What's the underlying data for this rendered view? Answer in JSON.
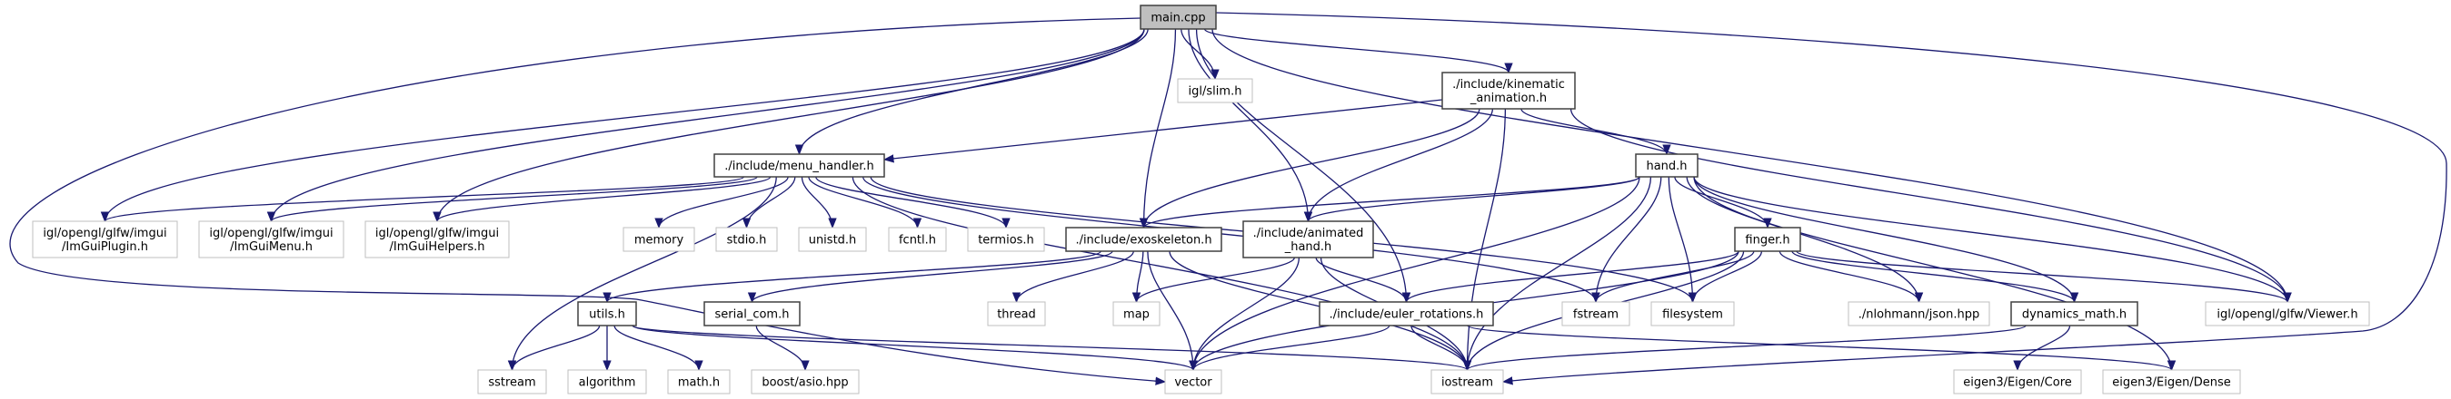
{
  "graph": {
    "edge_color": "#191970",
    "colors": {
      "main_fill": "#bfbfbf",
      "main_border": "#404040",
      "local_border": "#404040",
      "system_border": "#bfbfbf"
    },
    "nodes": [
      {
        "id": "main",
        "lines": [
          "main.cpp"
        ],
        "kind": "main"
      },
      {
        "id": "slim",
        "lines": [
          "igl/slim.h"
        ],
        "kind": "system"
      },
      {
        "id": "kinematic",
        "lines": [
          "./include/kinematic",
          "_animation.h"
        ],
        "kind": "local"
      },
      {
        "id": "menu",
        "lines": [
          "./include/menu_handler.h"
        ],
        "kind": "local"
      },
      {
        "id": "hand",
        "lines": [
          "hand.h"
        ],
        "kind": "local"
      },
      {
        "id": "plugin",
        "lines": [
          "igl/opengl/glfw/imgui",
          "/ImGuiPlugin.h"
        ],
        "kind": "system"
      },
      {
        "id": "imenu",
        "lines": [
          "igl/opengl/glfw/imgui",
          "/ImGuiMenu.h"
        ],
        "kind": "system"
      },
      {
        "id": "helpers",
        "lines": [
          "igl/opengl/glfw/imgui",
          "/ImGuiHelpers.h"
        ],
        "kind": "system"
      },
      {
        "id": "memory",
        "lines": [
          "memory"
        ],
        "kind": "system"
      },
      {
        "id": "stdio",
        "lines": [
          "stdio.h"
        ],
        "kind": "system"
      },
      {
        "id": "unistd",
        "lines": [
          "unistd.h"
        ],
        "kind": "system"
      },
      {
        "id": "fcntl",
        "lines": [
          "fcntl.h"
        ],
        "kind": "system"
      },
      {
        "id": "termios",
        "lines": [
          "termios.h"
        ],
        "kind": "system"
      },
      {
        "id": "exo",
        "lines": [
          "./include/exoskeleton.h"
        ],
        "kind": "local"
      },
      {
        "id": "animated",
        "lines": [
          "./include/animated",
          "_hand.h"
        ],
        "kind": "local"
      },
      {
        "id": "finger",
        "lines": [
          "finger.h"
        ],
        "kind": "local"
      },
      {
        "id": "utils",
        "lines": [
          "utils.h"
        ],
        "kind": "local"
      },
      {
        "id": "serial",
        "lines": [
          "serial_com.h"
        ],
        "kind": "local"
      },
      {
        "id": "thread",
        "lines": [
          "thread"
        ],
        "kind": "system"
      },
      {
        "id": "map",
        "lines": [
          "map"
        ],
        "kind": "system"
      },
      {
        "id": "euler",
        "lines": [
          "./include/euler_rotations.h"
        ],
        "kind": "local"
      },
      {
        "id": "fstream",
        "lines": [
          "fstream"
        ],
        "kind": "system"
      },
      {
        "id": "filesystem",
        "lines": [
          "filesystem"
        ],
        "kind": "system"
      },
      {
        "id": "json",
        "lines": [
          "./nlohmann/json.hpp"
        ],
        "kind": "system"
      },
      {
        "id": "dyn",
        "lines": [
          "dynamics_math.h"
        ],
        "kind": "local"
      },
      {
        "id": "viewer",
        "lines": [
          "igl/opengl/glfw/Viewer.h"
        ],
        "kind": "system"
      },
      {
        "id": "sstream",
        "lines": [
          "sstream"
        ],
        "kind": "system"
      },
      {
        "id": "algorithm",
        "lines": [
          "algorithm"
        ],
        "kind": "system"
      },
      {
        "id": "math",
        "lines": [
          "math.h"
        ],
        "kind": "system"
      },
      {
        "id": "asio",
        "lines": [
          "boost/asio.hpp"
        ],
        "kind": "system"
      },
      {
        "id": "vector",
        "lines": [
          "vector"
        ],
        "kind": "system"
      },
      {
        "id": "iostream",
        "lines": [
          "iostream"
        ],
        "kind": "system"
      },
      {
        "id": "core",
        "lines": [
          "eigen3/Eigen/Core"
        ],
        "kind": "system"
      },
      {
        "id": "dense",
        "lines": [
          "eigen3/Eigen/Dense"
        ],
        "kind": "system"
      }
    ],
    "edges": [
      [
        "main",
        "plugin"
      ],
      [
        "main",
        "imenu"
      ],
      [
        "main",
        "helpers"
      ],
      [
        "main",
        "menu"
      ],
      [
        "main",
        "exo"
      ],
      [
        "main",
        "slim"
      ],
      [
        "main",
        "animated"
      ],
      [
        "main",
        "euler"
      ],
      [
        "main",
        "kinematic"
      ],
      [
        "main",
        "viewer"
      ],
      [
        "main",
        "iostream"
      ],
      [
        "main",
        "vector"
      ],
      [
        "menu",
        "plugin"
      ],
      [
        "menu",
        "imenu"
      ],
      [
        "menu",
        "helpers"
      ],
      [
        "menu",
        "memory"
      ],
      [
        "menu",
        "stdio"
      ],
      [
        "menu",
        "unistd"
      ],
      [
        "menu",
        "fcntl"
      ],
      [
        "menu",
        "termios"
      ],
      [
        "menu",
        "sstream"
      ],
      [
        "menu",
        "iostream"
      ],
      [
        "menu",
        "fstream"
      ],
      [
        "menu",
        "filesystem"
      ],
      [
        "kinematic",
        "menu"
      ],
      [
        "kinematic",
        "exo"
      ],
      [
        "kinematic",
        "animated"
      ],
      [
        "kinematic",
        "hand"
      ],
      [
        "kinematic",
        "viewer"
      ],
      [
        "kinematic",
        "iostream"
      ],
      [
        "hand",
        "exo"
      ],
      [
        "hand",
        "animated"
      ],
      [
        "hand",
        "vector"
      ],
      [
        "hand",
        "iostream"
      ],
      [
        "hand",
        "fstream"
      ],
      [
        "hand",
        "filesystem"
      ],
      [
        "hand",
        "finger"
      ],
      [
        "hand",
        "json"
      ],
      [
        "hand",
        "dyn"
      ],
      [
        "hand",
        "dense"
      ],
      [
        "hand",
        "viewer"
      ],
      [
        "finger",
        "euler"
      ],
      [
        "finger",
        "fstream"
      ],
      [
        "finger",
        "filesystem"
      ],
      [
        "finger",
        "json"
      ],
      [
        "finger",
        "dyn"
      ],
      [
        "finger",
        "viewer"
      ],
      [
        "finger",
        "vector"
      ],
      [
        "finger",
        "iostream"
      ],
      [
        "exo",
        "utils"
      ],
      [
        "exo",
        "serial"
      ],
      [
        "exo",
        "thread"
      ],
      [
        "exo",
        "map"
      ],
      [
        "exo",
        "vector"
      ],
      [
        "exo",
        "iostream"
      ],
      [
        "animated",
        "map"
      ],
      [
        "animated",
        "vector"
      ],
      [
        "animated",
        "euler"
      ],
      [
        "animated",
        "iostream"
      ],
      [
        "euler",
        "vector"
      ],
      [
        "euler",
        "iostream"
      ],
      [
        "euler",
        "dense"
      ],
      [
        "utils",
        "sstream"
      ],
      [
        "utils",
        "algorithm"
      ],
      [
        "utils",
        "math"
      ],
      [
        "utils",
        "vector"
      ],
      [
        "utils",
        "iostream"
      ],
      [
        "serial",
        "asio"
      ],
      [
        "dyn",
        "core"
      ],
      [
        "dyn",
        "iostream"
      ]
    ]
  }
}
